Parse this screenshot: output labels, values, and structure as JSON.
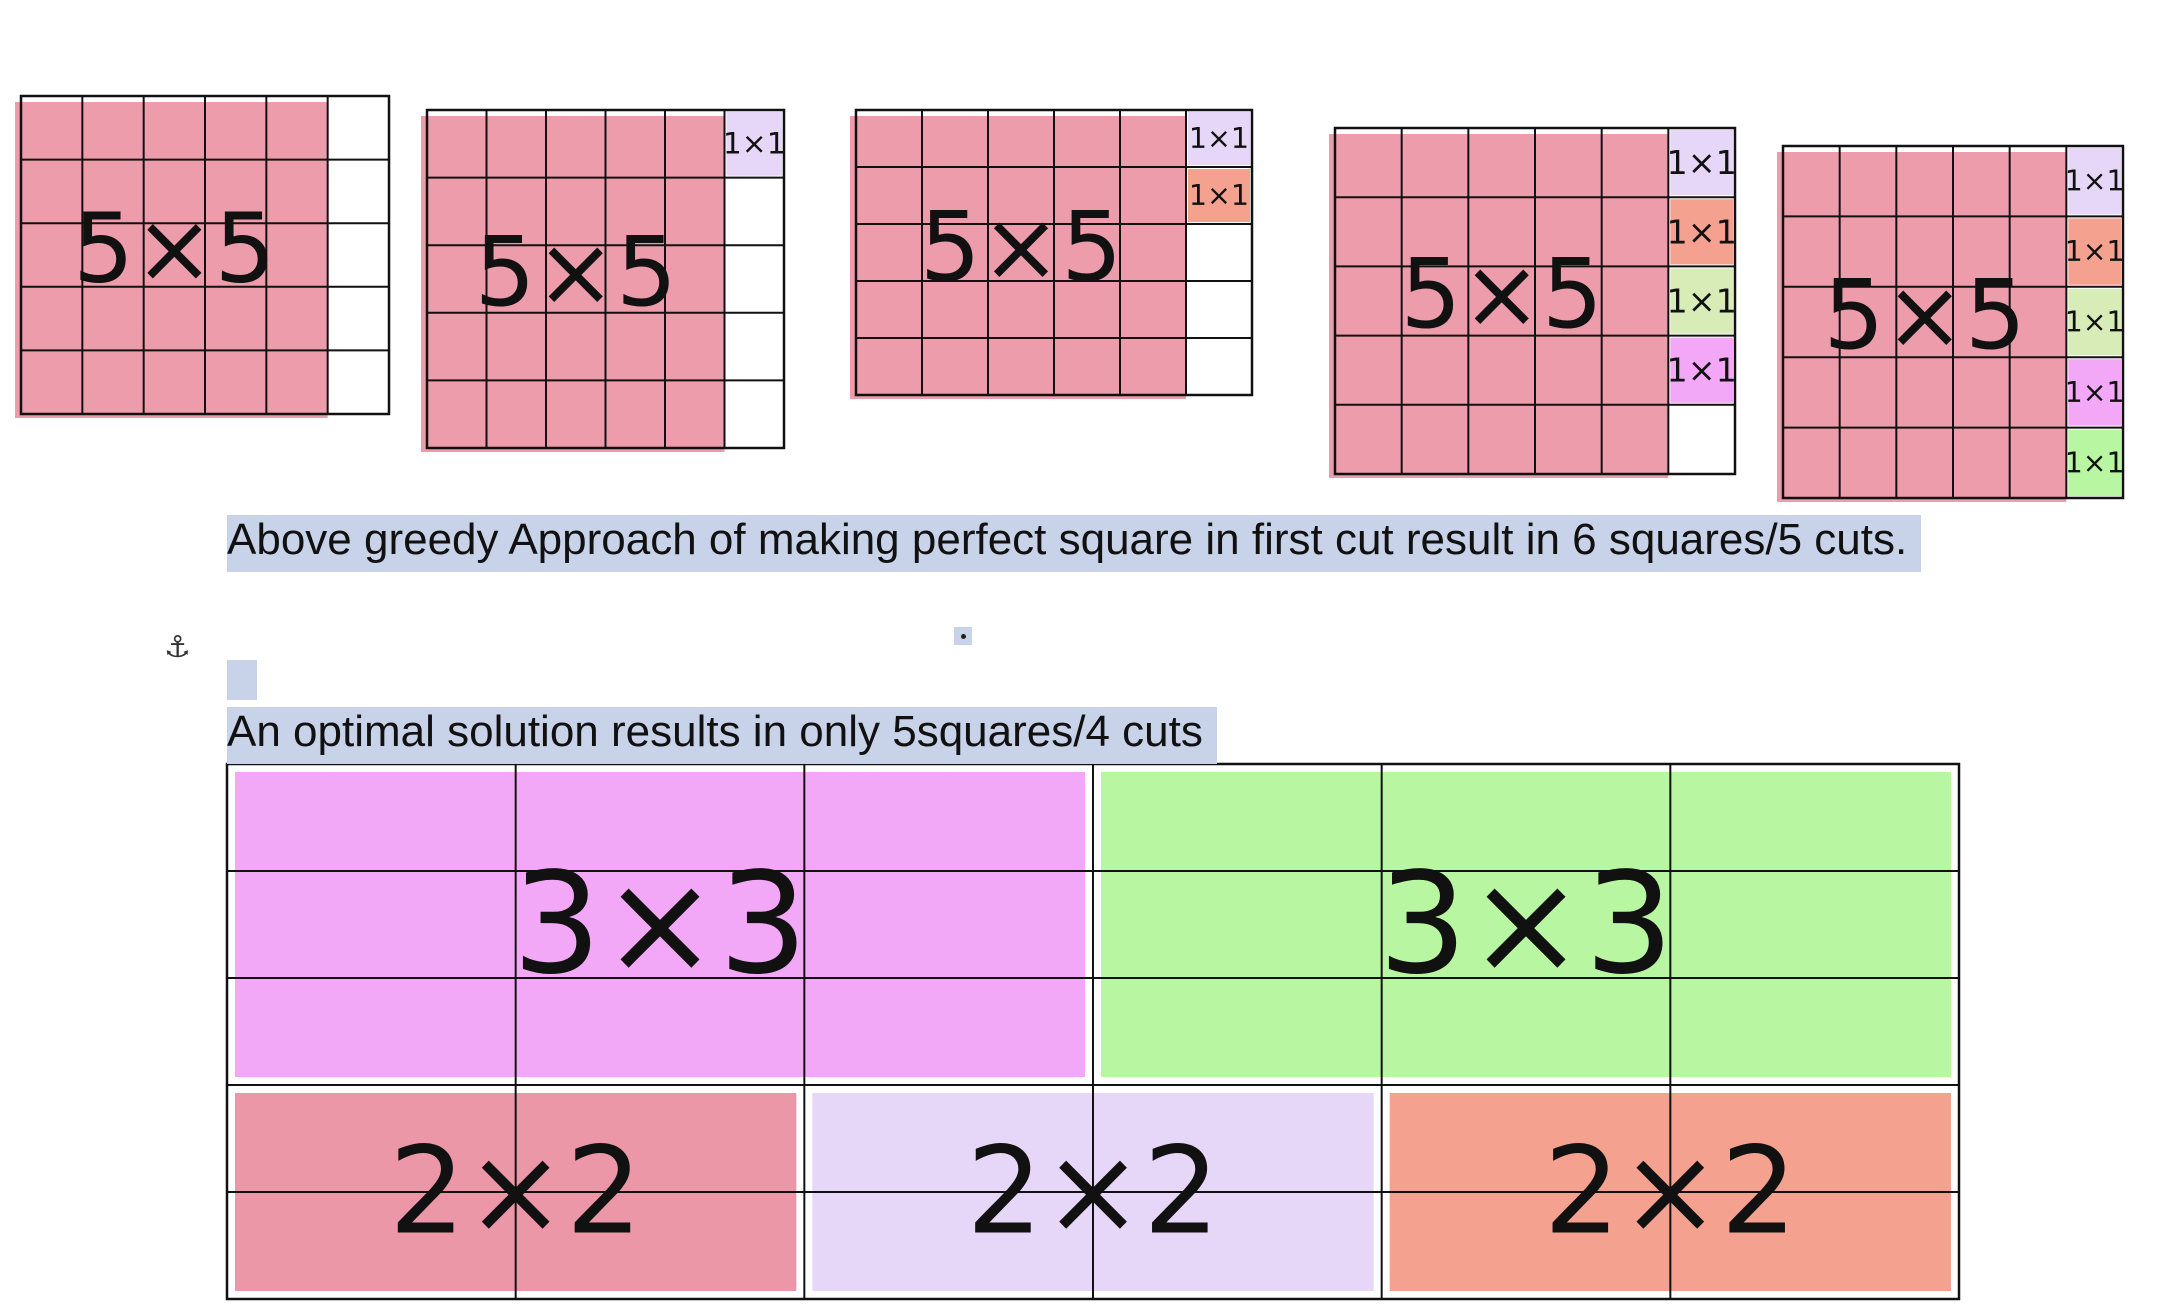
{
  "document": {
    "paragraph_1": "Above greedy Approach of making perfect square in first cut result in 6 squares/5 cuts.",
    "paragraph_2": "An optimal solution results in only 5squares/4 cuts",
    "anchor_symbol": "⚓"
  },
  "greedy_diagrams": [
    {
      "cols": 6,
      "rows": 5,
      "big_label": "5×5",
      "unit_labels": []
    },
    {
      "cols": 6,
      "rows": 5,
      "big_label": "5×5",
      "unit_labels": [
        "1×1"
      ]
    },
    {
      "cols": 6,
      "rows": 5,
      "big_label": "5×5",
      "unit_labels": [
        "1×1",
        "1×1"
      ]
    },
    {
      "cols": 6,
      "rows": 5,
      "big_label": "5×5",
      "unit_labels": [
        "1×1",
        "1×1",
        "1×1",
        "1×1"
      ]
    },
    {
      "cols": 6,
      "rows": 5,
      "big_label": "5×5",
      "unit_labels": [
        "1×1",
        "1×1",
        "1×1",
        "1×1",
        "1×1"
      ]
    }
  ],
  "optimal_diagram": {
    "cols": 6,
    "rows": 5,
    "pieces": [
      {
        "label": "3×3",
        "color": "#f3a8f7"
      },
      {
        "label": "3×3",
        "color": "#b9f6a1"
      },
      {
        "label": "2×2",
        "color": "#ec97a7"
      },
      {
        "label": "2×2",
        "color": "#e6d6f8"
      },
      {
        "label": "2×2",
        "color": "#f4a18f"
      }
    ]
  },
  "colors": {
    "square_5x5": "#ec97a7",
    "unit_colors": [
      "#e6d6f8",
      "#f4a18f",
      "#d8ecb8",
      "#f3a8f7",
      "#b9f6a1"
    ],
    "selection_highlight": "#c8d2e8",
    "grid_line": "#111111"
  }
}
